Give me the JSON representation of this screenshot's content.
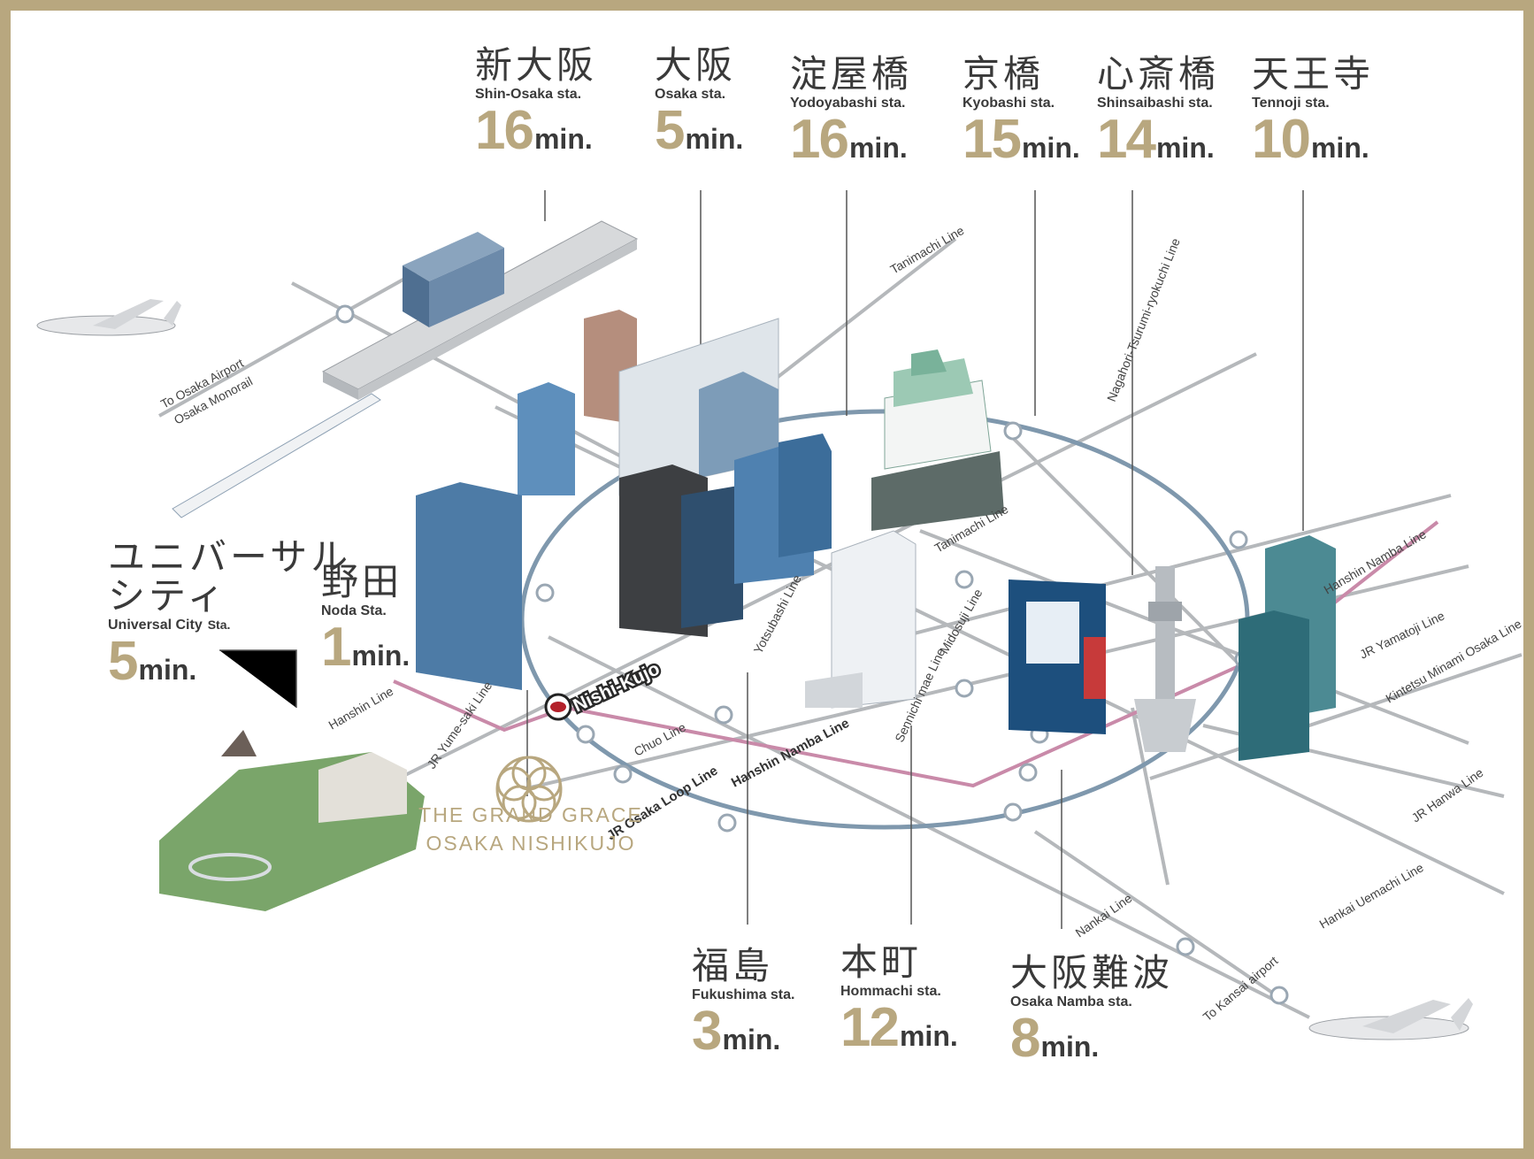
{
  "colors": {
    "frame": "#b8a77f",
    "gold": "#b8a77f",
    "loop": "#7f98ad",
    "hanshin": "#c98aa9",
    "line": "#b5b8bb",
    "text": "#3a3a3a",
    "marker": "#b3202a"
  },
  "stations": {
    "shin_osaka": {
      "jp": "新大阪",
      "en": "Shin-Osaka sta.",
      "num": "16",
      "unit": "min."
    },
    "osaka": {
      "jp": "大阪",
      "en": "Osaka sta.",
      "num": "5",
      "unit": "min."
    },
    "yodoyabashi": {
      "jp": "淀屋橋",
      "en": "Yodoyabashi sta.",
      "num": "16",
      "unit": "min."
    },
    "kyobashi": {
      "jp": "京橋",
      "en": "Kyobashi sta.",
      "num": "15",
      "unit": "min."
    },
    "shinsaibashi": {
      "jp": "心斎橋",
      "en": "Shinsaibashi sta.",
      "num": "14",
      "unit": "min."
    },
    "tennoji": {
      "jp": "天王寺",
      "en": "Tennoji sta.",
      "num": "10",
      "unit": "min."
    },
    "universal": {
      "jp1": "ユニバーサル",
      "jp2": "シティ",
      "en": "Universal City",
      "en_sta": "Sta.",
      "num": "5",
      "unit": "min."
    },
    "noda": {
      "jp": "野田",
      "en": "Noda Sta.",
      "num": "1",
      "unit": "min."
    },
    "fukushima": {
      "jp": "福島",
      "en": "Fukushima sta.",
      "num": "3",
      "unit": "min."
    },
    "hommachi": {
      "jp": "本町",
      "en": "Hommachi sta.",
      "num": "12",
      "unit": "min."
    },
    "namba": {
      "jp": "大阪難波",
      "en": "Osaka Namba sta.",
      "num": "8",
      "unit": "min."
    }
  },
  "lines": {
    "to_osaka_airport": "To Osaka Airport",
    "osaka_monorail": "Osaka Monorail",
    "tanimachi": "Tanimachi Line",
    "tanimachi2": "Tanimachi Line",
    "nagahori": "Nagahori-Tsurumi-ryokuchi Line",
    "hanshin_namba_line_right": "Hanshin Namba Line",
    "jr_yamatoji": "JR Yamatoji Line",
    "kintetsu": "Kintetsu Minami Osaka Line",
    "jr_hanwa": "JR Hanwa Line",
    "hankai": "Hankai Uemachi Line",
    "nankai": "Nankai Line",
    "to_kansai": "To Kansai airport",
    "midosuji": "Midosuji Line",
    "sennichimae": "Sennichi mae Line",
    "yotsubashi": "Yotsubashi Line",
    "hanshin_namba_line": "Hanshin Namba Line",
    "chuo": "Chuo Line",
    "jr_loop": "JR Osaka Loop Line",
    "jr_yumesaki": "JR Yume-saki Line",
    "hanshin": "Hanshin Line"
  },
  "current_station": "Nishi-Kujo",
  "brand": {
    "line1": "THE GRAND GRACE",
    "line2": "OSAKA NISHIKUJO"
  }
}
